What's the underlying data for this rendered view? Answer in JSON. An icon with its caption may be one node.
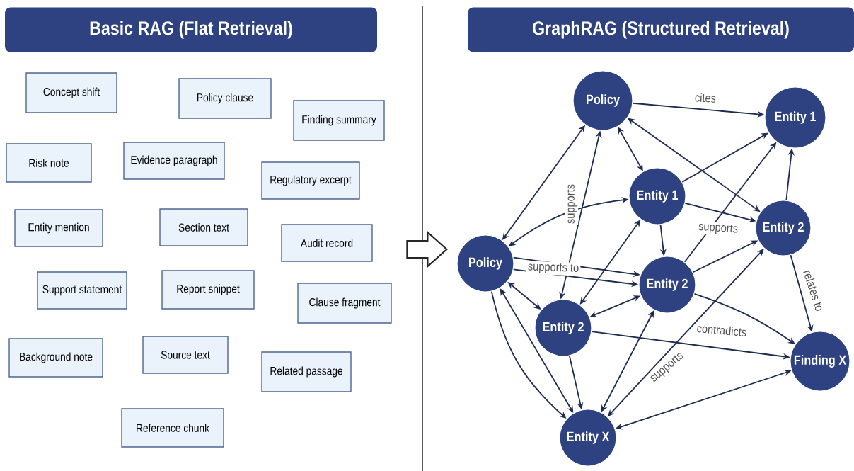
{
  "diagram": {
    "nodes": [
      {
        "text": [
          "Basic RAG (Flat Retrieval)"
        ]
      },
      {
        "text": [
          "Concept shift"
        ]
      },
      {
        "text": [
          "Policy clause"
        ]
      },
      {
        "text": [
          "Finding summary"
        ]
      },
      {
        "text": [
          "Risk note"
        ]
      },
      {
        "text": [
          "Evidence paragraph"
        ]
      },
      {
        "text": [
          "Regulatory excerpt"
        ]
      },
      {
        "text": [
          "Entity mention"
        ]
      },
      {
        "text": [
          "Section text"
        ]
      },
      {
        "text": [
          "Audit record"
        ]
      },
      {
        "text": [
          "Support statement"
        ]
      },
      {
        "text": [
          "Report snippet"
        ]
      },
      {
        "text": [
          "Clause fragment"
        ]
      },
      {
        "text": [
          "Background note"
        ]
      },
      {
        "text": [
          "Source text"
        ]
      },
      {
        "text": [
          "Related passage"
        ]
      },
      {
        "text": [
          "Reference chunk"
        ]
      },
      {
        "text": [
          "GraphRAG (Structured Retrieval)"
        ]
      },
      {
        "text": [
          "Policy"
        ]
      },
      {
        "text": [
          "Entity 1"
        ]
      },
      {
        "text": [
          "Entity 1"
        ]
      },
      {
        "text": [
          "Entity 2"
        ]
      },
      {
        "text": [
          "Policy"
        ]
      },
      {
        "text": [
          "Entity 2"
        ]
      },
      {
        "text": [
          "Entity 2"
        ]
      },
      {
        "text": [
          "Finding X"
        ]
      },
      {
        "text": [
          "Entity X"
        ]
      }
    ],
    "edges": [
      {
        "from": 18,
        "to": 19,
        "arrow": "to",
        "label": "cites"
      },
      {
        "from": 22,
        "to": 18,
        "arrow": "both"
      },
      {
        "from": 18,
        "to": 20,
        "arrow": "both"
      },
      {
        "from": 18,
        "to": 21,
        "arrow": "both"
      },
      {
        "from": 20,
        "to": 19,
        "arrow": "to"
      },
      {
        "from": 23,
        "to": 19,
        "arrow": "to"
      },
      {
        "from": 21,
        "to": 19,
        "arrow": "to"
      },
      {
        "from": 20,
        "to": 21,
        "arrow": "to",
        "label": "supports"
      },
      {
        "from": 20,
        "to": 23,
        "arrow": "to"
      },
      {
        "from": 18,
        "to": 24,
        "arrow": "both",
        "label": "supports"
      },
      {
        "from": 22,
        "to": 20,
        "arrow": "both"
      },
      {
        "from": 22,
        "to": 23,
        "arrow": "to",
        "label": "supports to"
      },
      {
        "from": 22,
        "to": 23,
        "arrow": "to"
      },
      {
        "from": 22,
        "to": 24,
        "arrow": "both"
      },
      {
        "from": 22,
        "to": 26,
        "arrow": "both"
      },
      {
        "from": 22,
        "to": 26,
        "arrow": "to"
      },
      {
        "from": 24,
        "to": 20,
        "arrow": "both"
      },
      {
        "from": 24,
        "to": 23,
        "arrow": "both"
      },
      {
        "from": 24,
        "to": 25,
        "arrow": "to",
        "label": "contradicts"
      },
      {
        "from": 24,
        "to": 26,
        "arrow": "to"
      },
      {
        "from": 23,
        "to": 21,
        "arrow": "to"
      },
      {
        "from": 23,
        "to": 25,
        "arrow": "to"
      },
      {
        "from": 26,
        "to": 23,
        "arrow": "both"
      },
      {
        "from": 26,
        "to": 21,
        "arrow": "both",
        "label": "supports"
      },
      {
        "from": 26,
        "to": 25,
        "arrow": "both"
      },
      {
        "from": 21,
        "to": 25,
        "arrow": "to",
        "label": "relates to"
      },
      {
        "from": null,
        "to": 22,
        "arrow": "to"
      }
    ]
  }
}
